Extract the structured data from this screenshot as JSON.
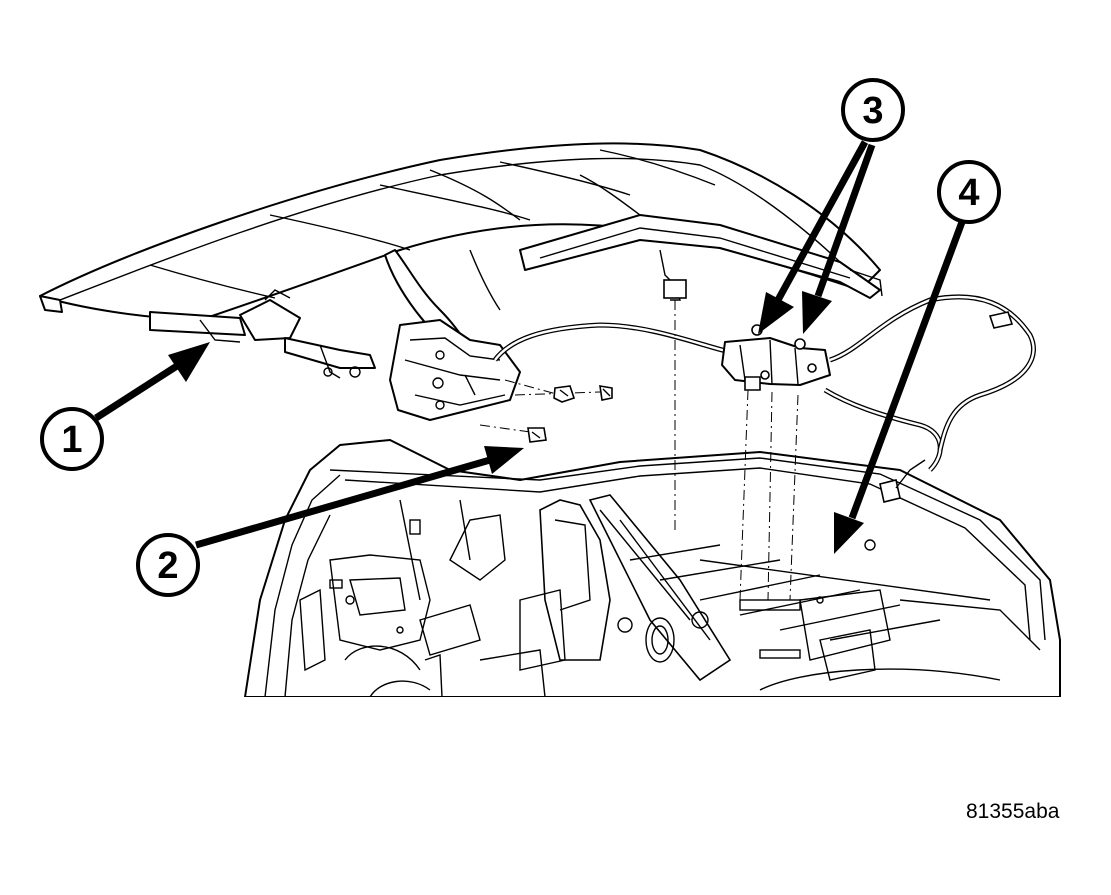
{
  "callouts": [
    {
      "number": "1"
    },
    {
      "number": "2"
    },
    {
      "number": "3"
    },
    {
      "number": "4"
    }
  ],
  "figure_id": "81355aba"
}
